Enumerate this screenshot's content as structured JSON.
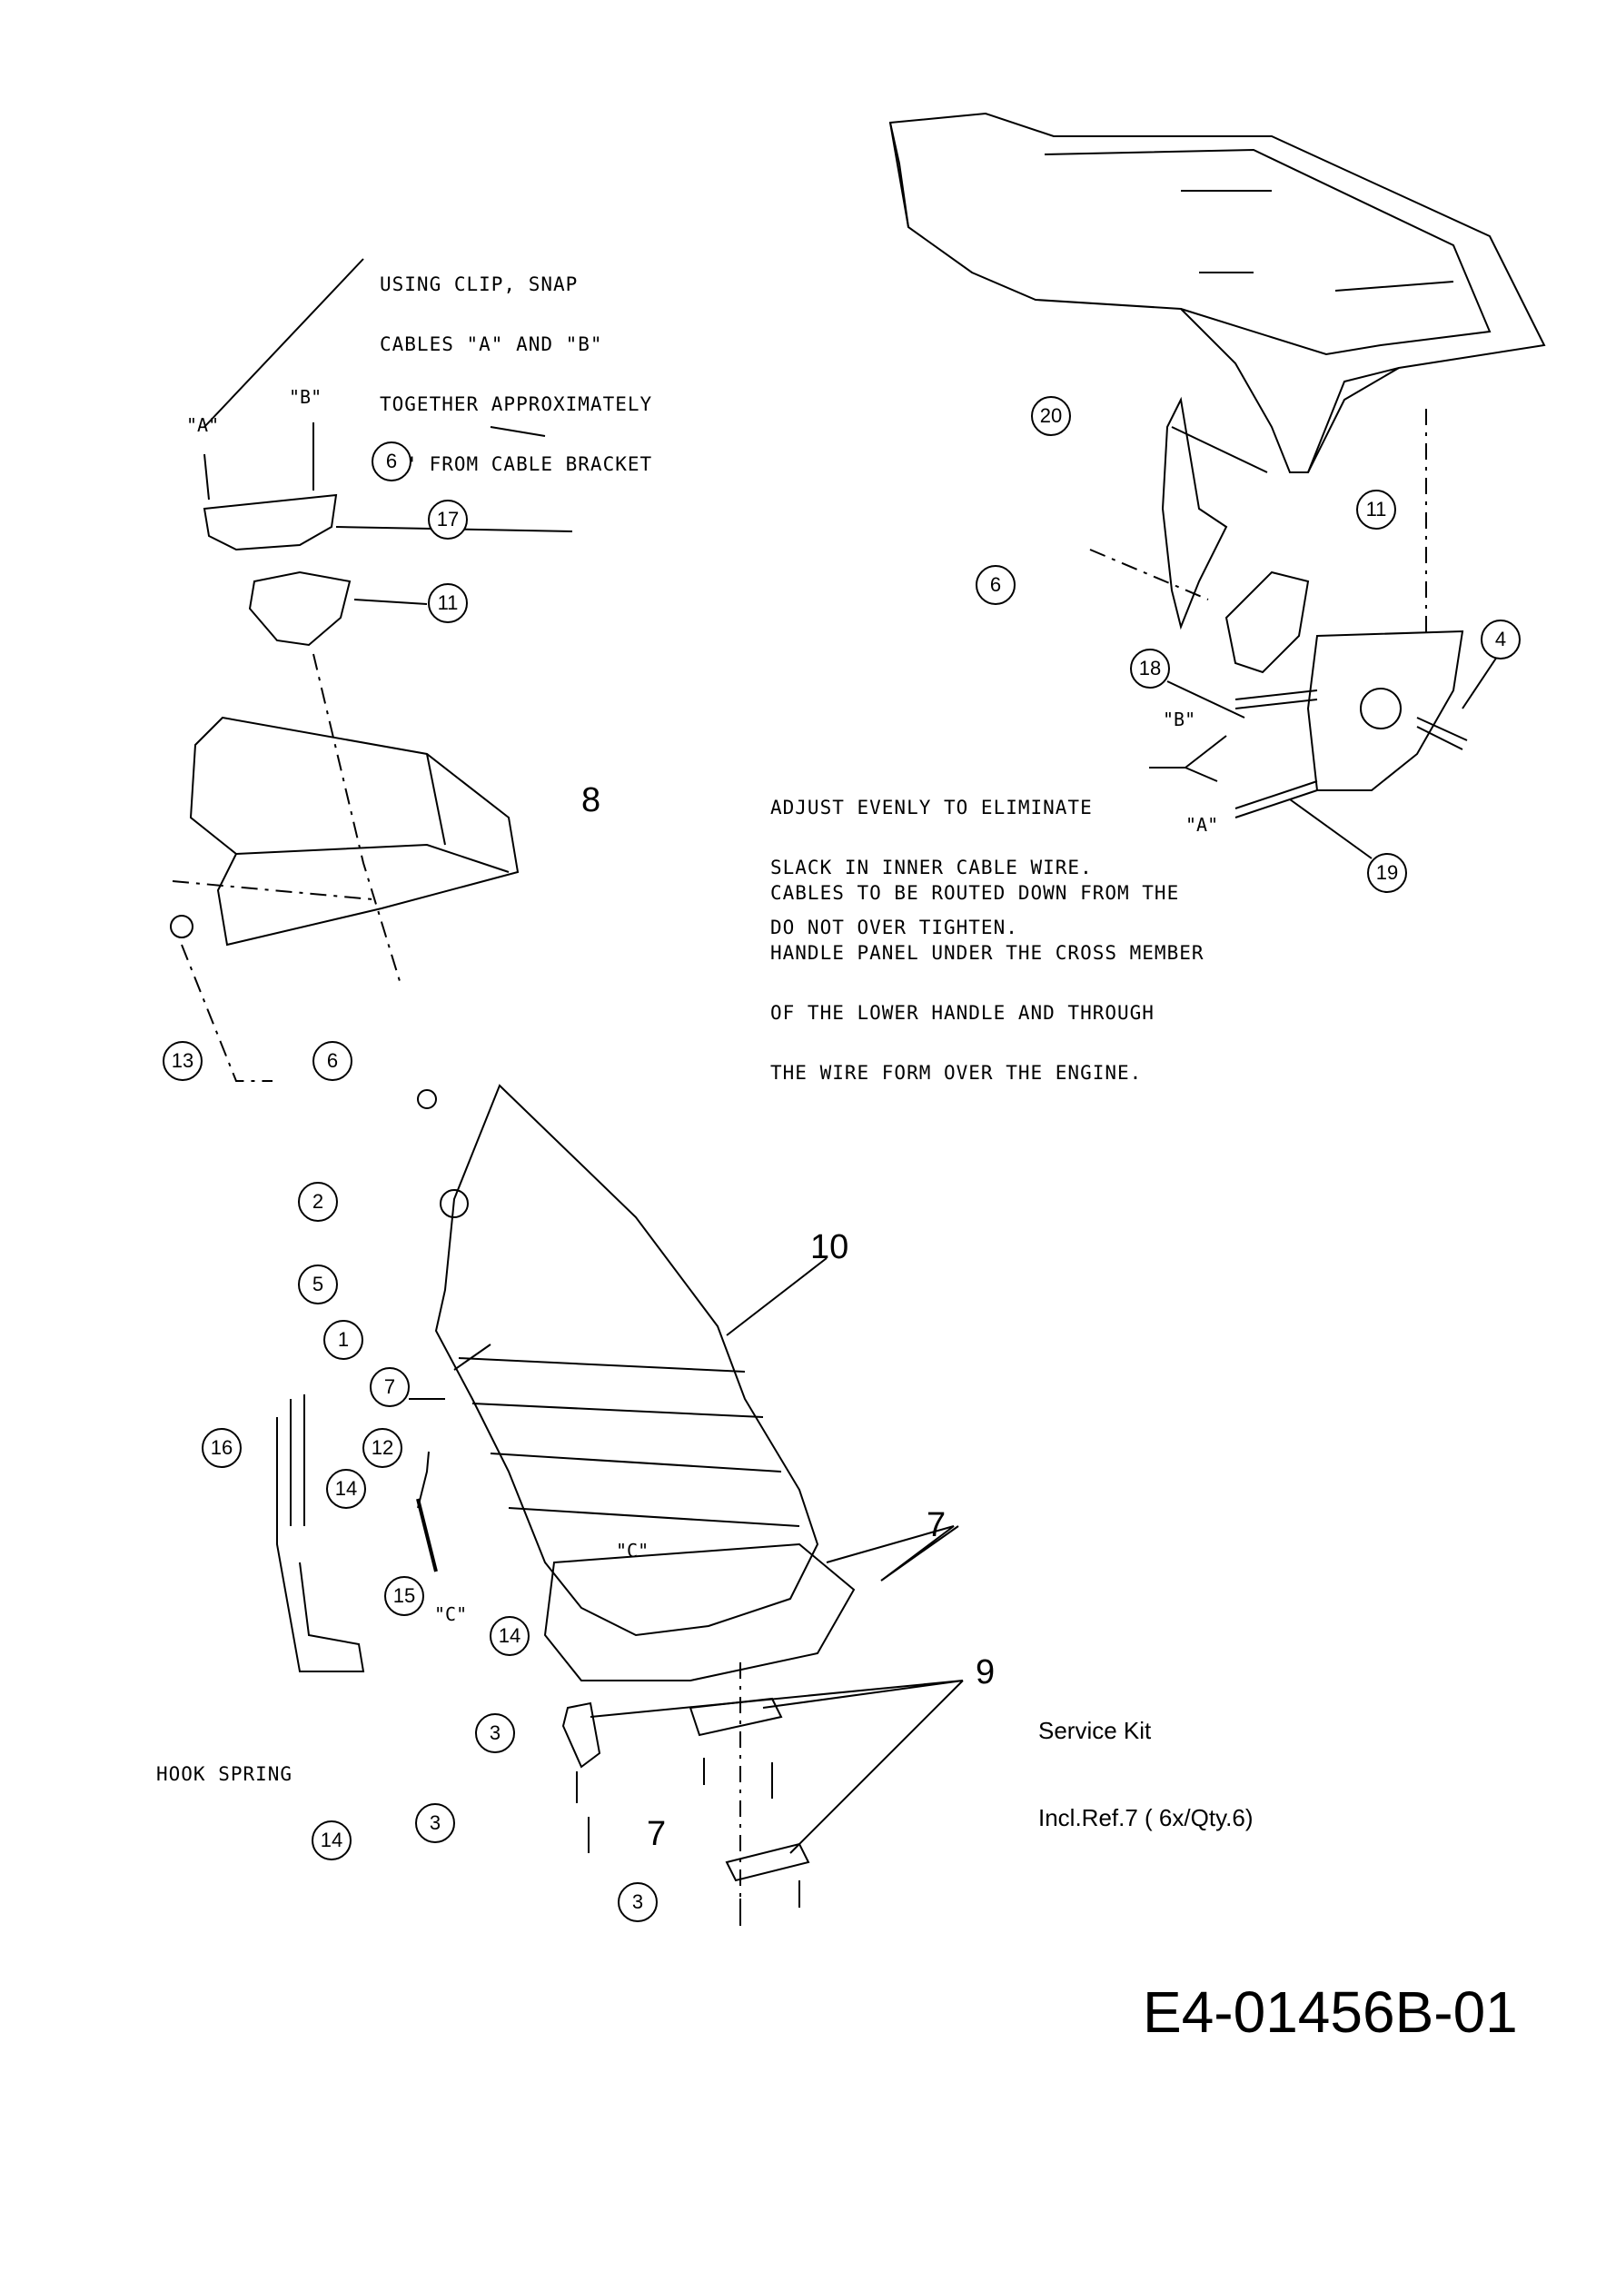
{
  "diagram": {
    "drawing_number": "E4-01456B-01",
    "notes": {
      "cable_clip": [
        "USING CLIP, SNAP",
        "CABLES \"A\" AND \"B\"",
        "TOGETHER APPROXIMATELY",
        "13\" FROM CABLE BRACKET"
      ],
      "adjust": [
        "ADJUST EVENLY TO ELIMINATE",
        "SLACK IN INNER CABLE WIRE.",
        "DO NOT OVER TIGHTEN."
      ],
      "routing": [
        "CABLES TO BE ROUTED DOWN FROM THE",
        "HANDLE PANEL UNDER THE CROSS MEMBER",
        "OF THE LOWER HANDLE AND THROUGH",
        "THE WIRE FORM OVER THE ENGINE."
      ],
      "hook_spring": "HOOK SPRING",
      "service_kit": [
        "Service Kit",
        "Incl.Ref.7 ( 6x/Qty.6)"
      ]
    },
    "cable_labels": [
      "\"A\"",
      "\"B\"",
      "\"B\"",
      "\"A\"",
      "\"C\"",
      "\"C\""
    ],
    "circled_callouts": [
      "6",
      "17",
      "11",
      "13",
      "6",
      "2",
      "5",
      "1",
      "7",
      "16",
      "12",
      "14",
      "15",
      "14",
      "3",
      "3",
      "14",
      "3",
      "20",
      "11",
      "6",
      "18",
      "4",
      "19"
    ],
    "plain_callouts": [
      "8",
      "10",
      "7",
      "9",
      "7"
    ]
  }
}
